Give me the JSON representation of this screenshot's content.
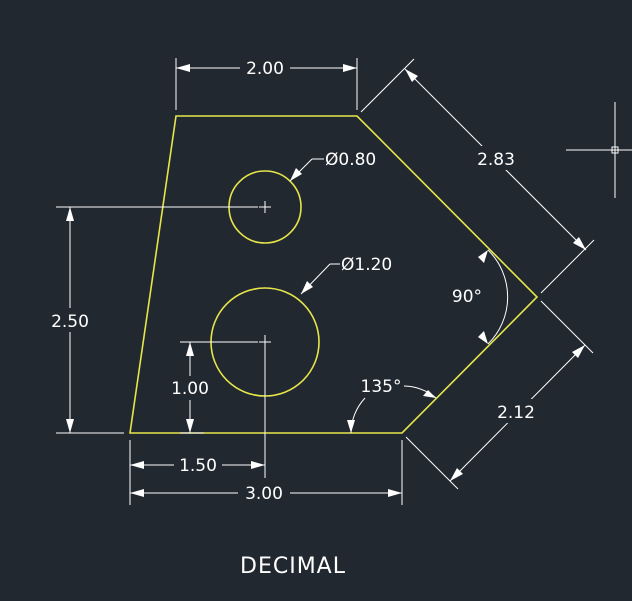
{
  "colors": {
    "background": "#222830",
    "geometry": "#e6e64a",
    "dimension": "#ffffff"
  },
  "dimensions": {
    "top_width": "2.00",
    "slant_upper": "2.83",
    "diameter_small": "Ø0.80",
    "diameter_large": "Ø1.20",
    "height_total": "2.50",
    "height_hole": "1.00",
    "width_hole": "1.50",
    "width_bottom": "3.00",
    "slant_lower": "2.12",
    "angle_right": "90°",
    "angle_bottom": "135°"
  },
  "caption": "DECIMAL",
  "icons": {
    "cursor": "crosshair-cursor-icon"
  }
}
